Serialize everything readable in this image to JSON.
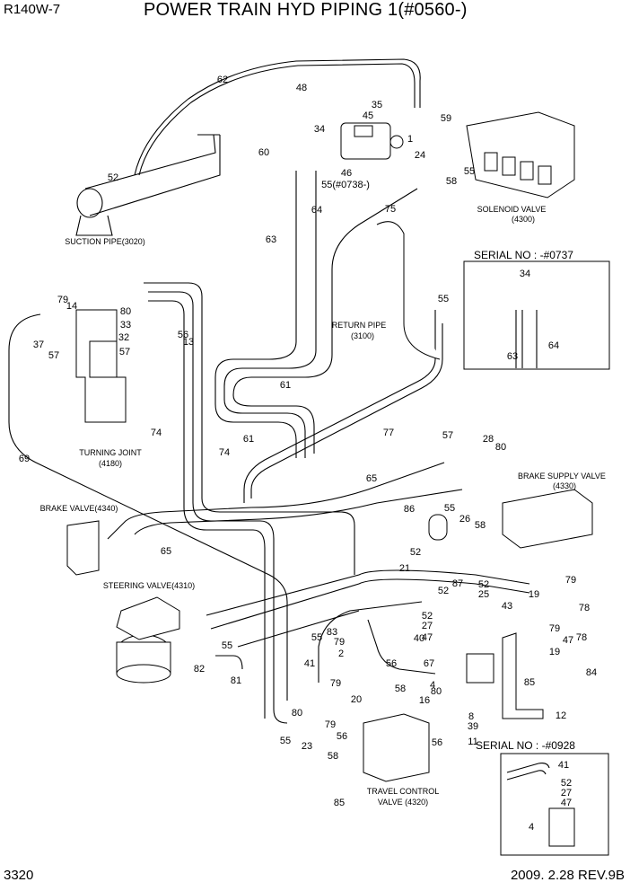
{
  "header": {
    "model": "R140W-7",
    "title": "POWER TRAIN HYD PIPING 1(#0560-)"
  },
  "footer": {
    "page_number": "3320",
    "revision": "2009. 2.28  REV.9B"
  },
  "component_labels": [
    "SUCTION PIPE(3020)",
    "SOLENOID VALVE",
    "(4300)",
    "RETURN PIPE",
    "(3100)",
    "TURNING JOINT",
    "(4180)",
    "BRAKE SUPPLY VALVE",
    "(4330)",
    "BRAKE VALVE(4340)",
    "STEERING VALVE(4310)",
    "TRAVEL CONTROL",
    "VALVE (4320)"
  ],
  "insets": [
    {
      "title": "SERIAL NO : -#0737",
      "callouts": [
        "34",
        "63",
        "64"
      ]
    },
    {
      "title": "SERIAL NO : -#0928",
      "callouts": [
        "41",
        "52",
        "27",
        "47",
        "4"
      ]
    }
  ],
  "callouts": [
    "62",
    "48",
    "35",
    "45",
    "59",
    "34",
    "1",
    "60",
    "46",
    "55(#0738-)",
    "24",
    "55",
    "58",
    "52",
    "64",
    "75",
    "63",
    "55",
    "79",
    "14",
    "80",
    "33",
    "32",
    "37",
    "57",
    "57",
    "56",
    "13",
    "61",
    "74",
    "74",
    "61",
    "69",
    "57",
    "28",
    "80",
    "77",
    "65",
    "55",
    "26",
    "58",
    "86",
    "52",
    "65",
    "21",
    "52",
    "25",
    "87",
    "52",
    "79",
    "19",
    "78",
    "43",
    "52",
    "27",
    "47",
    "79",
    "47",
    "19",
    "78",
    "83",
    "55",
    "79",
    "55",
    "82",
    "40",
    "2",
    "56",
    "67",
    "41",
    "84",
    "81",
    "79",
    "4",
    "85",
    "58",
    "80",
    "16",
    "20",
    "8",
    "80",
    "79",
    "39",
    "12",
    "55",
    "23",
    "56",
    "58",
    "11",
    "56",
    "85"
  ]
}
